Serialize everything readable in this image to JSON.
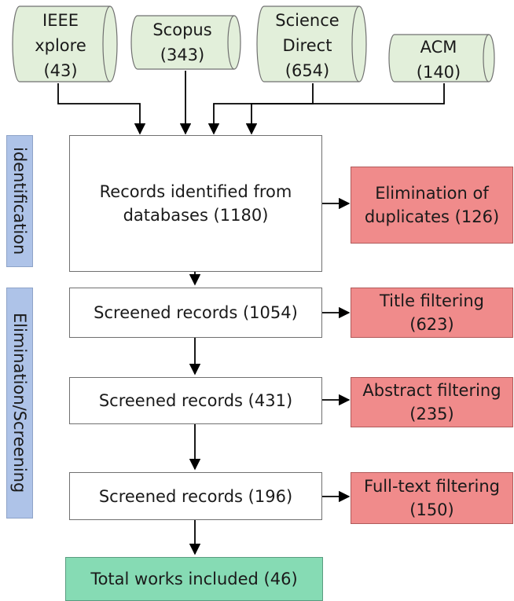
{
  "databases": [
    {
      "name_lines": [
        "IEEE",
        "xplore"
      ],
      "count": "(43)"
    },
    {
      "name_lines": [
        "Scopus"
      ],
      "count": "(343)"
    },
    {
      "name_lines": [
        "Science",
        "Direct"
      ],
      "count": "(654)"
    },
    {
      "name_lines": [
        "ACM"
      ],
      "count": "(140)"
    }
  ],
  "phases": {
    "identification": "identification",
    "screening": "Elimination/Screening"
  },
  "steps": {
    "identified": [
      "Records identified from",
      "databases (1180)"
    ],
    "screened_1": "Screened records (1054)",
    "screened_2": "Screened records (431)",
    "screened_3": "Screened records (196)",
    "included": "Total works included (46)"
  },
  "eliminations": {
    "duplicates": [
      "Elimination of",
      "duplicates (126)"
    ],
    "title": [
      "Title filtering",
      "(623)"
    ],
    "abstract": [
      "Abstract filtering",
      "(235)"
    ],
    "fulltext": [
      "Full-text filtering",
      "(150)"
    ]
  },
  "colors": {
    "database_fill": "#e2efda",
    "database_stroke": "#707070",
    "elimination_fill": "#f08b8b",
    "included_fill": "#86dbb4",
    "phase_fill": "#aec3e8"
  }
}
